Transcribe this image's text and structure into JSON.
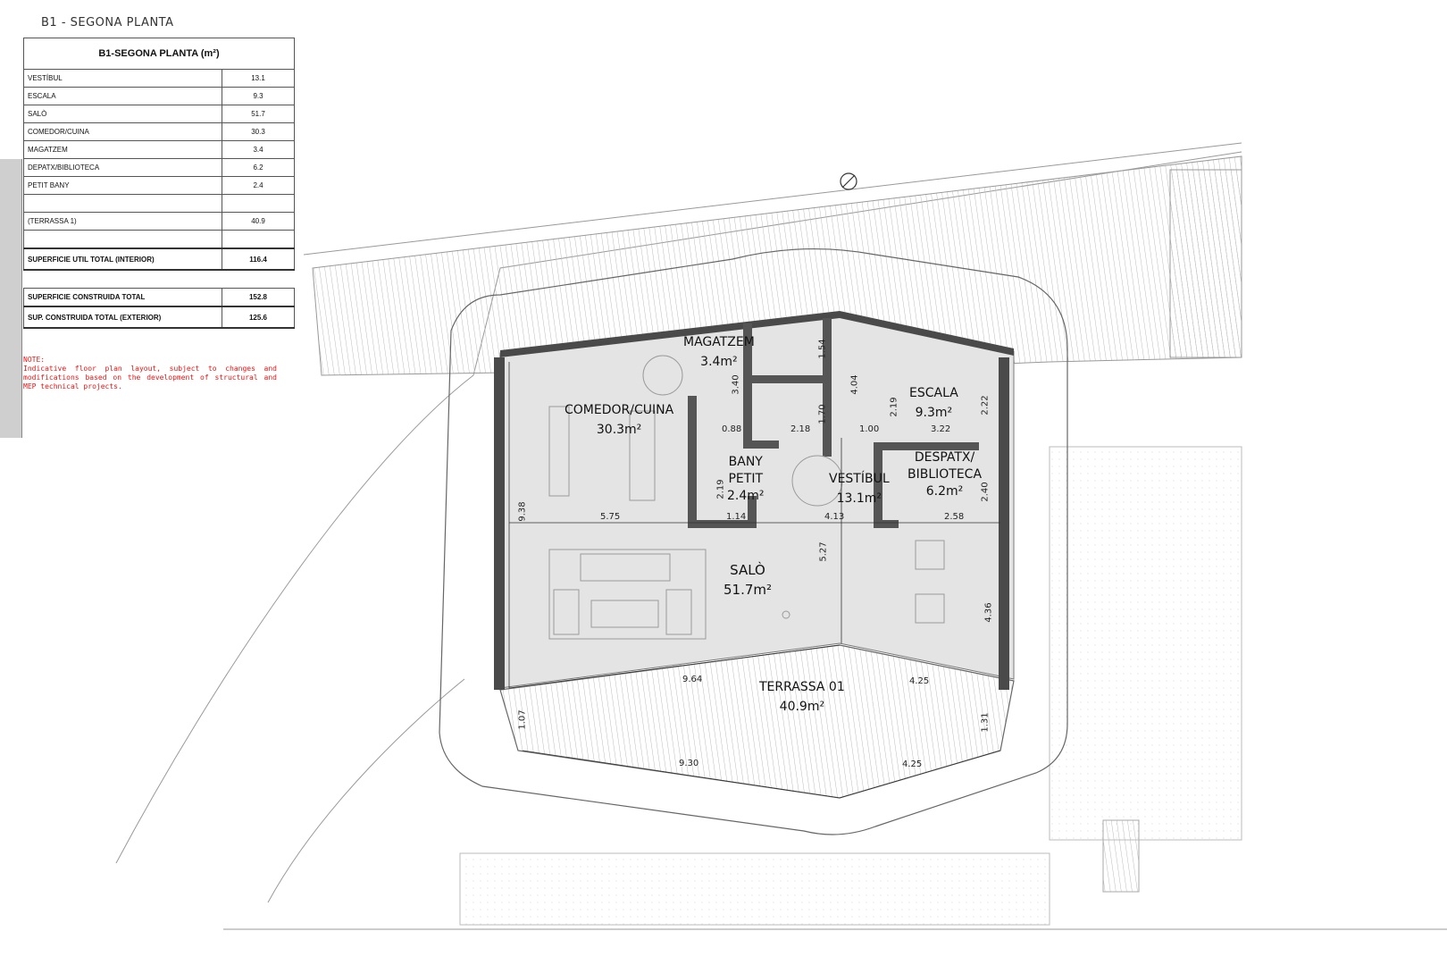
{
  "page_title": "B1 - SEGONA PLANTA",
  "table": {
    "title": "B1-SEGONA PLANTA (m²)",
    "rows": [
      {
        "label": "VESTÍBUL",
        "value": "13.1"
      },
      {
        "label": "ESCALA",
        "value": "9.3"
      },
      {
        "label": "SALÒ",
        "value": "51.7"
      },
      {
        "label": "COMEDOR/CUINA",
        "value": "30.3"
      },
      {
        "label": "MAGATZEM",
        "value": "3.4"
      },
      {
        "label": "DEPATX/BIBLIOTECA",
        "value": "6.2"
      },
      {
        "label": "PETIT BANY",
        "value": "2.4"
      }
    ],
    "terrace": {
      "label": "(TERRASSA 1)",
      "value": "40.9"
    },
    "util_total": {
      "label": "SUPERFICIE UTIL TOTAL (INTERIOR)",
      "value": "116.4"
    },
    "built_total": {
      "label": "SUPERFICIE CONSTRUIDA TOTAL",
      "value": "152.8"
    },
    "built_ext": {
      "label": "SUP. CONSTRUIDA TOTAL (EXTERIOR)",
      "value": "125.6"
    }
  },
  "note": {
    "heading": "NOTE:",
    "text": "Indicative floor plan layout, subject to changes and modifications based on the development of structural and MEP technical projects."
  },
  "rooms": {
    "magatzem": {
      "name": "MAGATZEM",
      "area": "3.4m²"
    },
    "comedor": {
      "name": "COMEDOR/CUINA",
      "area": "30.3m²"
    },
    "escala": {
      "name": "ESCALA",
      "area": "9.3m²"
    },
    "bany": {
      "name": "BANY",
      "name2": "PETIT",
      "area": "2.4m²"
    },
    "vestibul": {
      "name": "VESTÍBUL",
      "area": "13.1m²"
    },
    "despatx": {
      "name": "DESPATX/",
      "name2": "BIBLIOTECA",
      "area": "6.2m²"
    },
    "salo": {
      "name": "SALÒ",
      "area": "51.7m²"
    },
    "terrassa": {
      "name": "TERRASSA 01",
      "area": "40.9m²"
    }
  },
  "dims": {
    "d154": "1.54",
    "d340": "3.40",
    "d404": "4.04",
    "d170": "1.70",
    "d219a": "2.19",
    "d222": "2.22",
    "d088": "0.88",
    "d218": "2.18",
    "d100": "1.00",
    "d322": "3.22",
    "d219b": "2.19",
    "d240": "2.40",
    "d938": "9.38",
    "d575": "5.75",
    "d114": "1.14",
    "d413": "4.13",
    "d258": "2.58",
    "d527": "5.27",
    "d436": "4.36",
    "d964": "9.64",
    "d425a": "4.25",
    "d107": "1.07",
    "d131": "1.31",
    "d930": "9.30",
    "d425b": "4.25"
  },
  "colors": {
    "wall": "#555555",
    "hatch": "#bdbdbd",
    "floor": "#e6e6e6",
    "note": "#ee1111"
  }
}
